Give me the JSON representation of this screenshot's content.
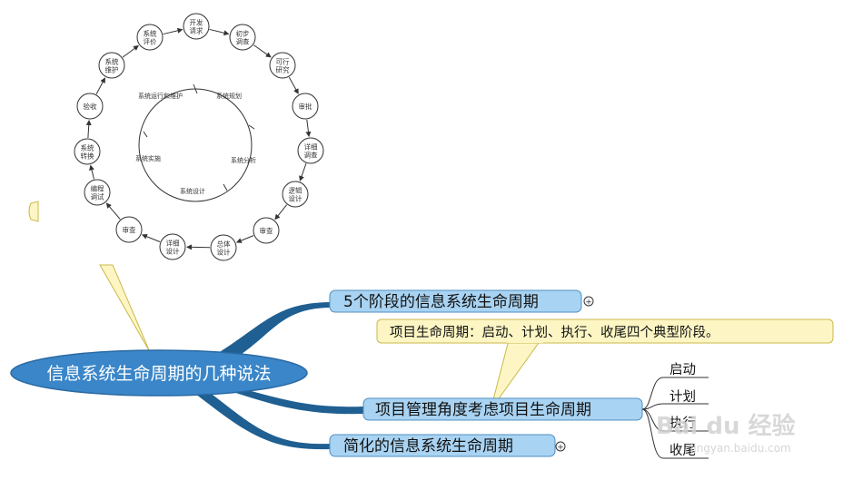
{
  "root": {
    "label": "信息系统生命周期的几种说法"
  },
  "branches": [
    {
      "label": "5个阶段的信息系统生命周期",
      "expand": "+"
    },
    {
      "label": "项目管理角度考虑项目生命周期"
    },
    {
      "label": "简化的信息系统生命周期",
      "expand": "+"
    }
  ],
  "callout": {
    "text": "项目生命周期：启动、计划、执行、收尾四个典型阶段。"
  },
  "pm_phases": [
    "启动",
    "计划",
    "执行",
    "收尾"
  ],
  "cycle": {
    "outer_nodes": [
      [
        "开发",
        "请求"
      ],
      [
        "初步",
        "调查"
      ],
      [
        "可行",
        "研究"
      ],
      [
        "审批"
      ],
      [
        "详细",
        "调查"
      ],
      [
        "逻辑",
        "设计"
      ],
      [
        "审查"
      ],
      [
        "总体",
        "设计"
      ],
      [
        "详细",
        "设计"
      ],
      [
        "审查"
      ],
      [
        "编程",
        "调试"
      ],
      [
        "系统",
        "转换"
      ],
      [
        "验收"
      ],
      [
        "系统",
        "维护"
      ],
      [
        "系统",
        "评价"
      ]
    ],
    "inner_labels": [
      "系统规划",
      "系统分析",
      "系统设计",
      "系统实施",
      "系统运行和维护"
    ]
  },
  "watermark": {
    "text": "Bai du 经验",
    "url": "jingyan.baidu.com"
  },
  "colors": {
    "root_fill": "#3a86c8",
    "branch_fill": "#a9d3f2",
    "callout_fill": "#fdf6c4",
    "link": "#1f5f92"
  }
}
